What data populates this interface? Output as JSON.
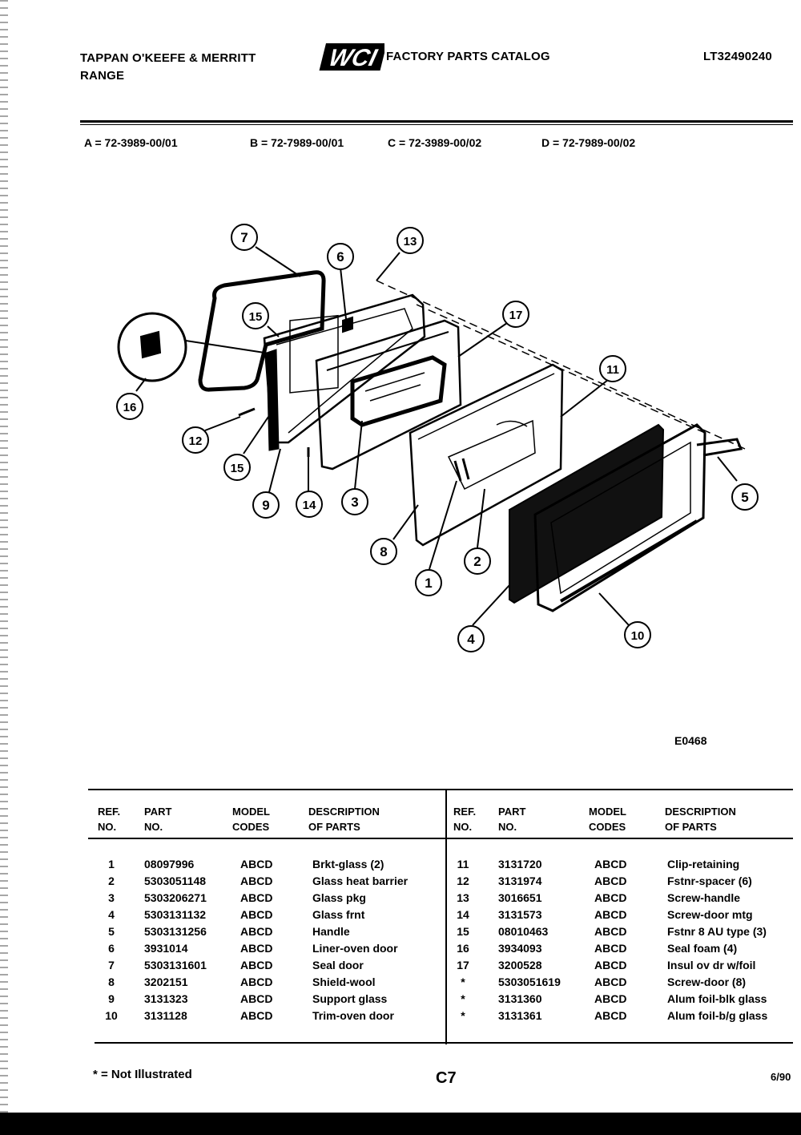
{
  "header": {
    "brand_line1": "TAPPAN O'KEEFE & MERRITT",
    "brand_line2": "RANGE",
    "logo_text": "WCI",
    "catalog_title": "FACTORY PARTS CATALOG",
    "catalog_number": "LT32490240"
  },
  "models": [
    {
      "label": "A = 72-3989-00/01"
    },
    {
      "label": "B = 72-7989-00/01"
    },
    {
      "label": "C = 72-3989-00/02"
    },
    {
      "label": "D = 72-7989-00/02"
    }
  ],
  "diagram": {
    "callouts": [
      "7",
      "6",
      "13",
      "17",
      "15",
      "16",
      "11",
      "12",
      "15",
      "9",
      "14",
      "3",
      "5",
      "8",
      "2",
      "1",
      "4",
      "10"
    ]
  },
  "figure_code": "E0468",
  "table": {
    "headers": {
      "ref": [
        "REF.",
        "NO."
      ],
      "part": [
        "PART",
        "NO."
      ],
      "model": [
        "MODEL",
        "CODES"
      ],
      "desc": [
        "DESCRIPTION",
        "OF PARTS"
      ]
    },
    "left_rows": [
      {
        "ref": "1",
        "part": "08097996",
        "model": "ABCD",
        "desc": "Brkt-glass (2)"
      },
      {
        "ref": "2",
        "part": "5303051148",
        "model": "ABCD",
        "desc": "Glass heat barrier"
      },
      {
        "ref": "3",
        "part": "5303206271",
        "model": "ABCD",
        "desc": "Glass pkg"
      },
      {
        "ref": "4",
        "part": "5303131132",
        "model": "ABCD",
        "desc": "Glass frnt"
      },
      {
        "ref": "5",
        "part": "5303131256",
        "model": "ABCD",
        "desc": "Handle"
      },
      {
        "ref": "6",
        "part": "3931014",
        "model": "ABCD",
        "desc": "Liner-oven door"
      },
      {
        "ref": "7",
        "part": "5303131601",
        "model": "ABCD",
        "desc": "Seal door"
      },
      {
        "ref": "8",
        "part": "3202151",
        "model": "ABCD",
        "desc": "Shield-wool"
      },
      {
        "ref": "9",
        "part": "3131323",
        "model": "ABCD",
        "desc": "Support glass"
      },
      {
        "ref": "10",
        "part": "3131128",
        "model": "ABCD",
        "desc": "Trim-oven door"
      }
    ],
    "right_rows": [
      {
        "ref": "11",
        "part": "3131720",
        "model": "ABCD",
        "desc": "Clip-retaining"
      },
      {
        "ref": "12",
        "part": "3131974",
        "model": "ABCD",
        "desc": "Fstnr-spacer (6)"
      },
      {
        "ref": "13",
        "part": "3016651",
        "model": "ABCD",
        "desc": "Screw-handle"
      },
      {
        "ref": "14",
        "part": "3131573",
        "model": "ABCD",
        "desc": "Screw-door mtg"
      },
      {
        "ref": "15",
        "part": "08010463",
        "model": "ABCD",
        "desc": "Fstnr 8 AU type (3)"
      },
      {
        "ref": "16",
        "part": "3934093",
        "model": "ABCD",
        "desc": "Seal foam (4)"
      },
      {
        "ref": "17",
        "part": "3200528",
        "model": "ABCD",
        "desc": "Insul ov dr w/foil"
      },
      {
        "ref": "*",
        "part": "5303051619",
        "model": "ABCD",
        "desc": "Screw-door (8)"
      },
      {
        "ref": "*",
        "part": "3131360",
        "model": "ABCD",
        "desc": "Alum foil-blk glass"
      },
      {
        "ref": "*",
        "part": "3131361",
        "model": "ABCD",
        "desc": "Alum foil-b/g glass"
      }
    ]
  },
  "footer": {
    "note": "* = Not Illustrated",
    "page": "C7",
    "date": "6/90"
  }
}
